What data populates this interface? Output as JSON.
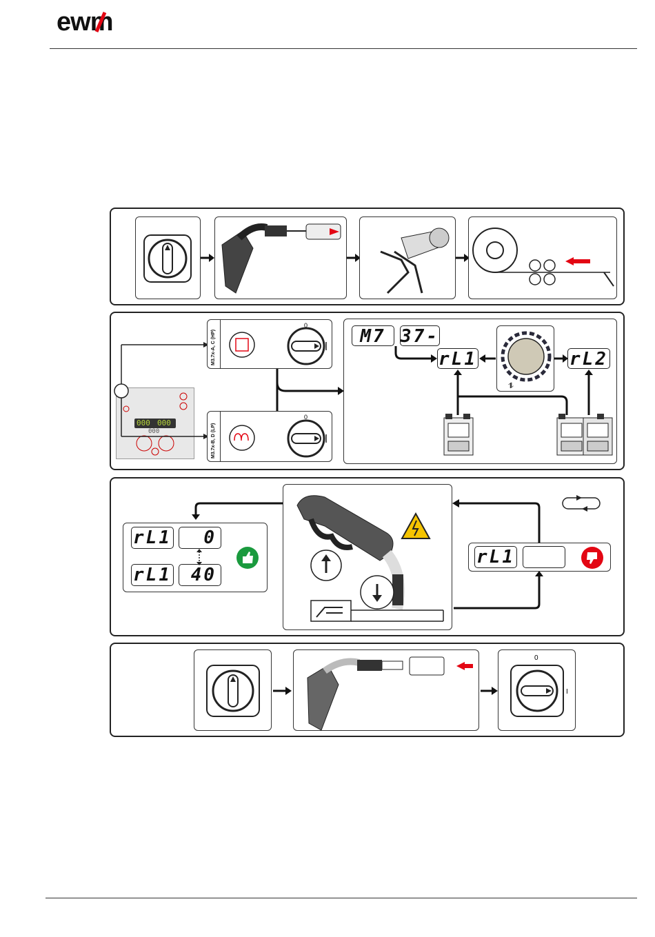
{
  "header": {
    "brand": "ewm"
  },
  "row2": {
    "model_hp": "M3.7x-A, C (HP)",
    "model_lp": "M3.7x-B, D (LP)",
    "disp_left_a": "M7",
    "disp_left_b": "37-",
    "rl1": "rL1",
    "rl2": "rL2",
    "switch_zero": "0",
    "panel_digits_a": "000",
    "panel_digits_b": "000",
    "panel_digits_c": "000"
  },
  "row3": {
    "rl1_top": "rL1",
    "value_top": "0",
    "rl1_bottom": "rL1",
    "value_bottom": "40",
    "rl1_fail": "rL1",
    "value_fail": ""
  },
  "row4": {
    "switch_zero": "0",
    "switch_one": "I"
  },
  "colors": {
    "accent_red": "#e30613",
    "ok_green": "#1a9a3e",
    "display_green": "#b6d63a"
  }
}
